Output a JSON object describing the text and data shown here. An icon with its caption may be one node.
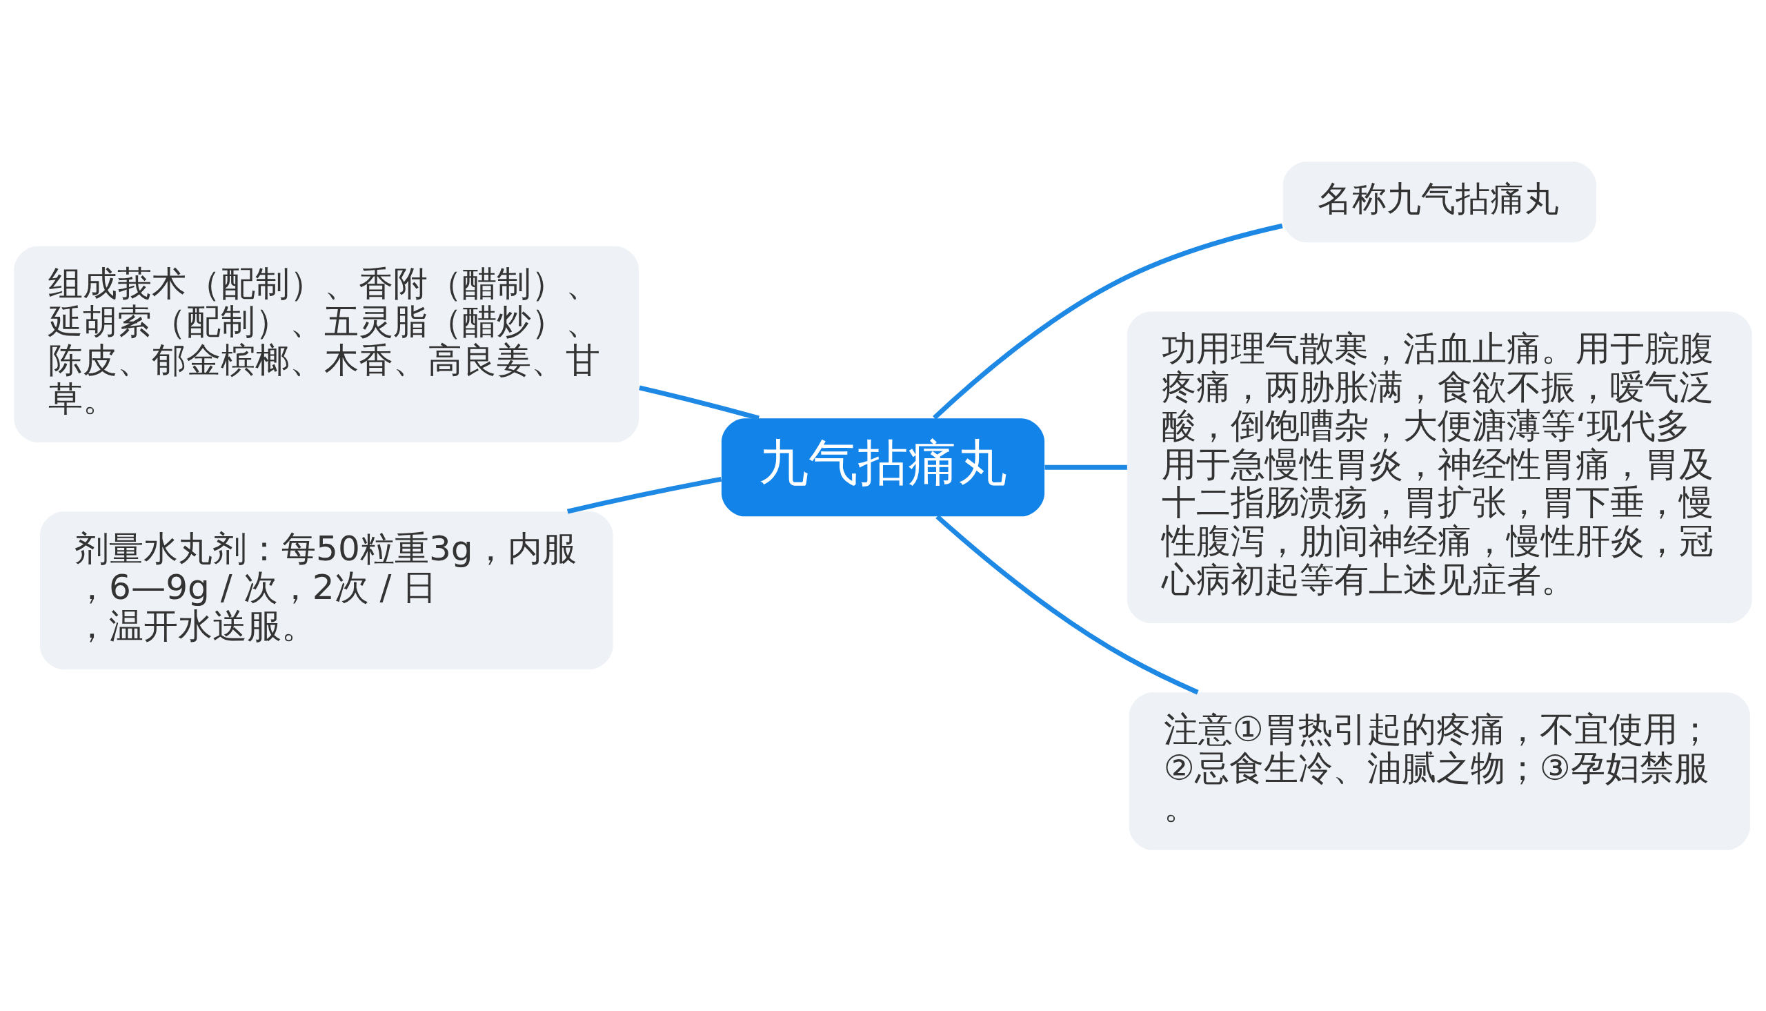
{
  "diagram": {
    "nodes": [
      {
        "text": [
          "九气拈痛丸"
        ]
      },
      {
        "text": [
          "组成莪术（配制）、香附（醋制）、延胡索（配制）、五灵脂（醋炒）、陈皮、郁金槟榔、木香、高良姜、甘草。"
        ]
      },
      {
        "text": [
          "剂量水丸剂：每50粒重3g，内服，6—9g / 次，2次 / 日，温开水送服。"
        ]
      },
      {
        "text": [
          "名称九气拈痛丸"
        ]
      },
      {
        "text": [
          "功用理气散寒，活血止痛。用于脘腹疼痛，两胁胀满，食欲不振，嗳气泛酸，倒饱嘈杂，大便溏薄等‘现代多用于急慢性胃炎，神经性胃痛，胃及十二指肠溃疡，胃扩张，胃下垂，慢性腹泻，肋间神经痛，慢性肝炎，冠心病初起等有上述见症者。"
        ]
      },
      {
        "text": [
          "注意①胃热引起的疼痛，不宜使用；②忌食生冷、油腻之物；③孕妇禁服。"
        ]
      }
    ],
    "edges": [
      {
        "from": 0,
        "to": 1,
        "arrow": "none"
      },
      {
        "from": 0,
        "to": 2,
        "arrow": "none"
      },
      {
        "from": 0,
        "to": 3,
        "arrow": "none"
      },
      {
        "from": 0,
        "to": 4,
        "arrow": "none"
      },
      {
        "from": 0,
        "to": 5,
        "arrow": "none"
      }
    ]
  }
}
